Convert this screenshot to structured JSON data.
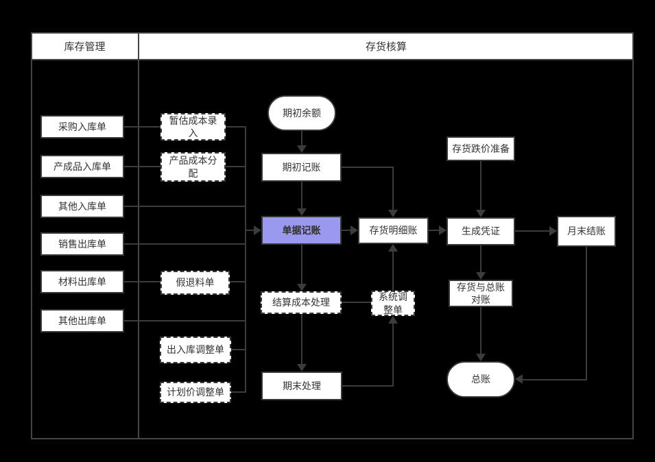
{
  "lanes": {
    "inventory_management": "库存管理",
    "inventory_accounting": "存货核算"
  },
  "nodes": {
    "purchase_in": {
      "label": "采购入库单"
    },
    "finished_goods_in": {
      "label": "产成品入库单"
    },
    "other_in": {
      "label": "其他入库单"
    },
    "sales_out": {
      "label": "销售出库单"
    },
    "material_out": {
      "label": "材料出库单"
    },
    "other_out": {
      "label": "其他出库单"
    },
    "estimated_cost_entry": {
      "label": "暂估成本录入"
    },
    "product_cost_allocation": {
      "label": "产品成本分配"
    },
    "pseudo_material_return": {
      "label": "假退料单"
    },
    "inout_adjustment": {
      "label": "出入库调整单"
    },
    "planned_price_adjustment": {
      "label": "计划价调整单"
    },
    "opening_balance": {
      "label": "期初余额"
    },
    "opening_posting": {
      "label": "期初记账"
    },
    "document_posting": {
      "label": "单据记账"
    },
    "inventory_subledger": {
      "label": "存货明细账"
    },
    "settlement_cost_processing": {
      "label": "结算成本处理"
    },
    "system_adjustment": {
      "label": "系统调整单"
    },
    "period_end_processing": {
      "label": "期末处理"
    },
    "price_decline_provision": {
      "label": "存货跌价准备"
    },
    "generate_voucher": {
      "label": "生成凭证"
    },
    "month_end_closing": {
      "label": "月末结账"
    },
    "inventory_gl_reconciliation": {
      "label": "存货与总账对账"
    },
    "general_ledger": {
      "label": "总账"
    }
  },
  "colors": {
    "background": "#000000",
    "accent_node_fill": "#9a99ef",
    "node_border": "#383838",
    "connector": "#3c3c3c",
    "lane_border": "#454545"
  }
}
